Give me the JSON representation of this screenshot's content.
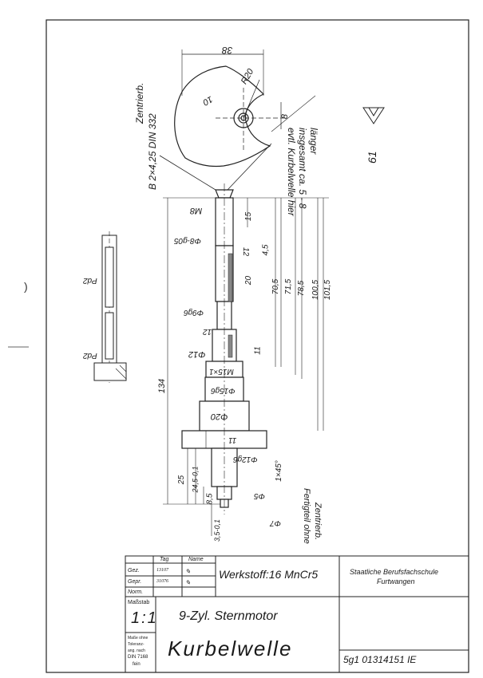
{
  "drawing": {
    "center_note": [
      "Zentrierb.",
      "B 2×4,25 DIN 332"
    ],
    "extend_note": [
      "evtl. Kurbelwelle hier",
      "insgesamt ca. 5 - 8",
      "länger"
    ],
    "surface_mark": "61",
    "profile_dims": {
      "width": "38",
      "radius": "R20",
      "angle": "10",
      "offset": "8"
    },
    "shaft_labels": {
      "thread_top": "M8",
      "dia_1": "Φ8-g05",
      "dia_2": "Φ9g6",
      "dia_3": "Φ12",
      "thread_mid": "M15×1",
      "dia_4": "Φ15g6",
      "dia_5": "Φ20",
      "dia_6": "Φ12g6",
      "dia_7": "Φ5",
      "dia_8": "Φ7"
    },
    "length_dims": [
      "15",
      "4,5",
      "12",
      "20",
      "12",
      "11",
      "70,5",
      "71,5",
      "78,5",
      "100,5",
      "101,5",
      "134",
      "11"
    ],
    "bottom_dims": [
      "25",
      "24,5-0,1",
      "8,5",
      "3,5-0,1"
    ],
    "chamfer": "1×45°",
    "finish_note": [
      "Fertigteil ohne",
      "Zentrierb."
    ],
    "side_view_labels": [
      "Pd2",
      "Pd2"
    ]
  },
  "title_block": {
    "col_tag": "Tag",
    "col_name": "Name",
    "row_gez": "Gez.",
    "row_gepr": "Gepr.",
    "row_norm": "Norm.",
    "gez_date": "13107",
    "gepr_date": "31076",
    "material": "Werkstoff:16 MnCr5",
    "school": [
      "Staatliche Berufsfachschule",
      "Furtwangen"
    ],
    "scale_label": "Maßstab",
    "scale_value": "1:1",
    "tolerance_note": [
      "Maße ohne",
      "Toleranz-",
      "ang. nach",
      "DIN 7168",
      "fein"
    ],
    "subtitle": "9-Zyl. Sternmotor",
    "title": "Kurbelwelle",
    "drawing_no": "5g1 01314151 IE"
  }
}
